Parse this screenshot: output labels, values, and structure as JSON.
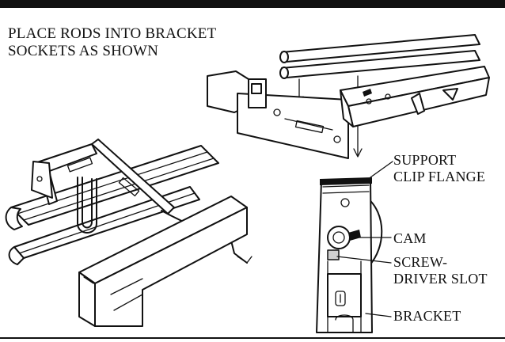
{
  "instruction": "PLACE RODS INTO BRACKET\nSOCKETS AS SHOWN",
  "labels": {
    "support_clip_flange": "SUPPORT\nCLIP FLANGE",
    "cam": "CAM",
    "screwdriver_slot": "SCREW-\nDRIVER SLOT",
    "bracket": "BRACKET"
  },
  "colors": {
    "ink": "#111111",
    "paper": "#ffffff",
    "shade": "#cfcfcf"
  }
}
